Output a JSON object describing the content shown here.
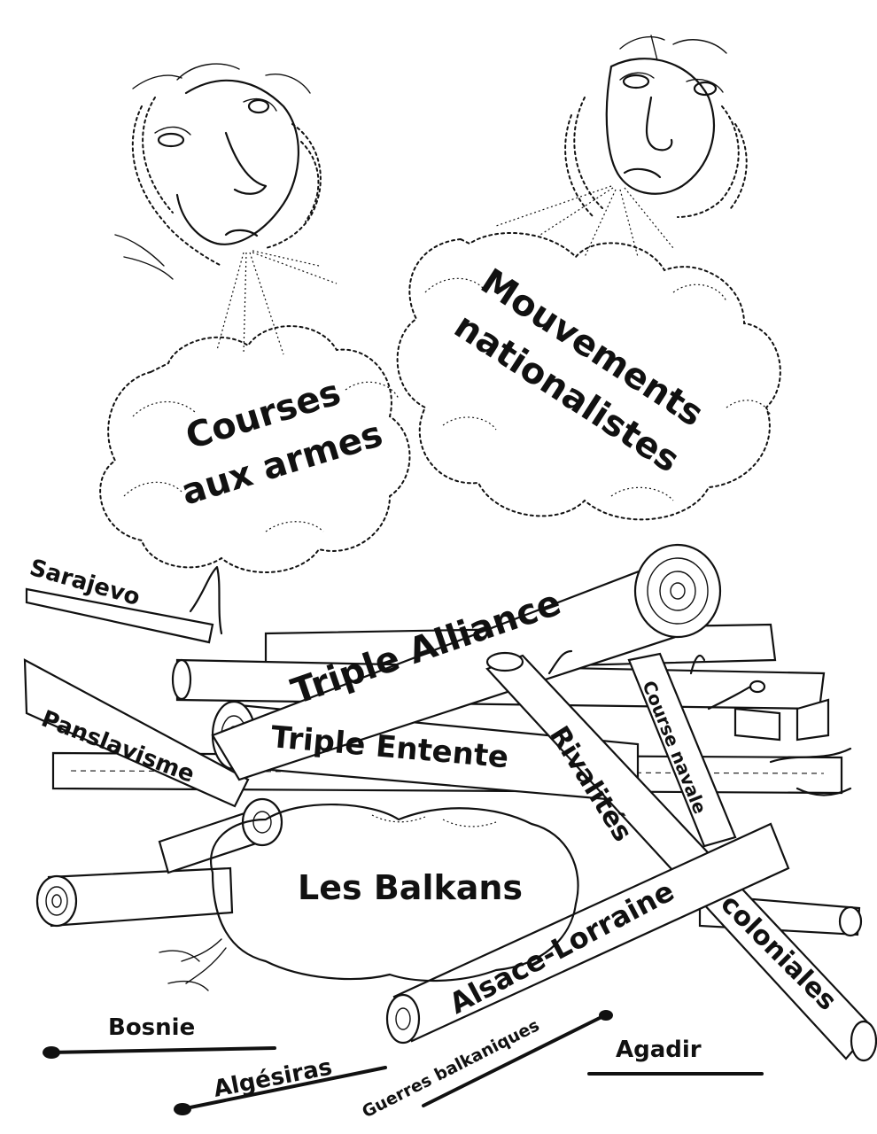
{
  "labels": {
    "courses_1": "Courses",
    "courses_2": "aux armes",
    "mouvements_1": "Mouvements",
    "mouvements_2": "nationalistes",
    "sarajevo": "Sarajevo",
    "triple_alliance": "Triple Alliance",
    "panslavisme": "Panslavisme",
    "triple_entente": "Triple Entente",
    "rivalites": "Rivalités",
    "course_navale": "Course navale",
    "coloniales": "coloniales",
    "balkans": "Les Balkans",
    "alsace_lorraine": "Alsace-Lorraine",
    "bosnie": "Bosnie",
    "algesiras": "Algésiras",
    "guerres_balkaniques": "Guerres balkaniques",
    "agadir": "Agadir"
  },
  "colors": {
    "ink": "#111111",
    "paper": "#ffffff"
  },
  "figures": [
    "wind-face-left",
    "wind-face-right",
    "smoke-cloud-left",
    "smoke-cloud-right",
    "log-pile",
    "sleeping-animal",
    "matches"
  ]
}
